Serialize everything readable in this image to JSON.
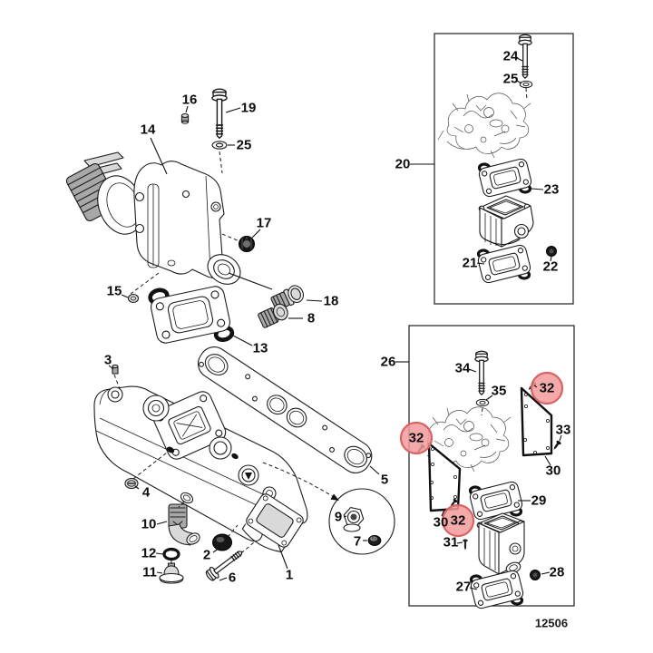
{
  "footer": {
    "drawing_number": "12506"
  },
  "parts": {
    "p1": "1",
    "p2": "2",
    "p3": "3",
    "p4": "4",
    "p5": "5",
    "p6": "6",
    "p7": "7",
    "p8": "8",
    "p9": "9",
    "p10": "10",
    "p11": "11",
    "p12": "12",
    "p13": "13",
    "p14": "14",
    "p15": "15",
    "p16": "16",
    "p17": "17",
    "p18": "18",
    "p19": "19",
    "p20": "20",
    "p21": "21",
    "p22": "22",
    "p23": "23",
    "p24": "24",
    "p25": "25",
    "p26": "26",
    "p27": "27",
    "p28": "28",
    "p29": "29",
    "p30": "30",
    "p31": "31",
    "p32": "32",
    "p33": "33",
    "p34": "34",
    "p35": "35"
  },
  "highlight": {
    "fill": "#f29b9b",
    "stroke": "#da6262"
  },
  "colors": {
    "background": "#ffffff",
    "line": "#1c1c1c",
    "box_border": "#2f2f2f",
    "label": "#0d0d0d"
  }
}
